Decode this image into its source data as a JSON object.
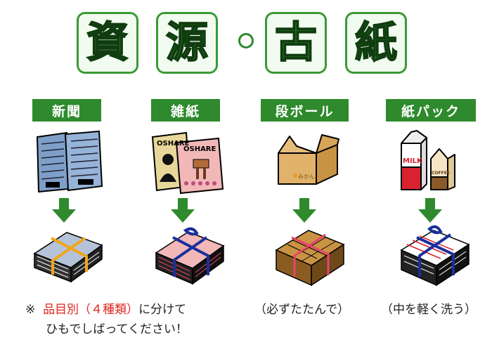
{
  "title": {
    "chars": [
      "資",
      "源",
      "古",
      "紙"
    ],
    "separator": "・"
  },
  "categories": [
    {
      "label": "新聞",
      "icon": "newspaper-icon",
      "bundle": "newspaper-bundle-icon",
      "note": ""
    },
    {
      "label": "雑紙",
      "icon": "magazine-icon",
      "bundle": "magazine-bundle-icon",
      "note": ""
    },
    {
      "label": "段ボール",
      "icon": "cardboard-box-icon",
      "bundle": "cardboard-bundle-icon",
      "note": "（必ずたたんで）"
    },
    {
      "label": "紙パック",
      "icon": "milk-carton-icon",
      "bundle": "carton-bundle-icon",
      "note": "（中を軽く洗う）"
    }
  ],
  "instructions": {
    "mark": "※",
    "highlight": "品目別（４種類）",
    "line1_rest": "に分けて",
    "line2": "ひもでしばってください！"
  },
  "images": {
    "magazine_cover_text": "OSHARE",
    "box_text": "みかん",
    "milk_carton_text": "MILK",
    "coffee_carton_text": "COFFEE"
  },
  "colors": {
    "green": "#2e8a2c",
    "red": "#e0241d",
    "tape_orange": "#f0a51a",
    "tape_blue": "#1a2f9c",
    "tape_pink": "#e8466a"
  }
}
